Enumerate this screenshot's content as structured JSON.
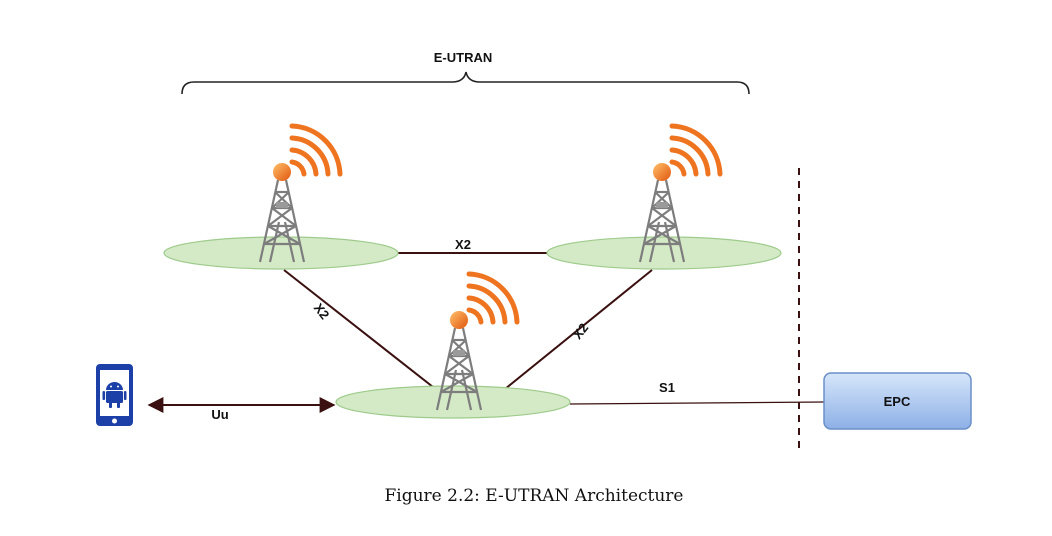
{
  "diagram": {
    "group_label": "E-UTRAN",
    "links": {
      "x2_top": "X2",
      "x2_left": "X2",
      "x2_right": "X2",
      "s1": "S1",
      "uu": "Uu"
    },
    "epc_label": "EPC",
    "caption": "Figure 2.2:  E-UTRAN Architecture"
  },
  "colors": {
    "cell_fill": "#d5ebc8",
    "cell_stroke": "#9cc98a",
    "link": "#3a1010",
    "epc_fill_top": "#cfe0f7",
    "epc_fill_bottom": "#8fb2e8",
    "epc_stroke": "#6a8fc9",
    "tower": "#8a8a8a",
    "signal": "#f07a20",
    "phone": "#1a3fa8"
  },
  "icons": [
    "cell-tower-icon",
    "android-phone-icon"
  ]
}
